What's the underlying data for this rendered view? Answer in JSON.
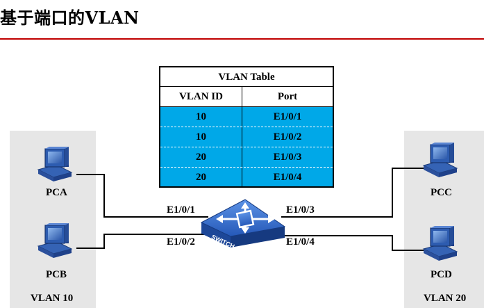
{
  "title": "基于端口的VLAN",
  "vlan_table": {
    "caption": "VLAN Table",
    "headers": [
      "VLAN ID",
      "Port"
    ],
    "rows": [
      {
        "vlan": "10",
        "port": "E1/0/1"
      },
      {
        "vlan": "10",
        "port": "E1/0/2"
      },
      {
        "vlan": "20",
        "port": "E1/0/3"
      },
      {
        "vlan": "20",
        "port": "E1/0/4"
      }
    ]
  },
  "switch": {
    "label": "SWITCH",
    "icon": "switch-icon"
  },
  "hosts": {
    "pca": {
      "label": "PCA",
      "icon": "pc-icon"
    },
    "pcb": {
      "label": "PCB",
      "icon": "pc-icon"
    },
    "pcc": {
      "label": "PCC",
      "icon": "pc-icon"
    },
    "pcd": {
      "label": "PCD",
      "icon": "pc-icon"
    }
  },
  "ports": {
    "p1": "E1/0/1",
    "p2": "E1/0/2",
    "p3": "E1/0/3",
    "p4": "E1/0/4"
  },
  "groups": {
    "left": "VLAN 10",
    "right": "VLAN 20"
  },
  "colors": {
    "accent_rule": "#c00000",
    "table_fill": "#00a8e8",
    "switch_blue": "#2f6fd0",
    "panel_gray": "#e6e6e6"
  }
}
